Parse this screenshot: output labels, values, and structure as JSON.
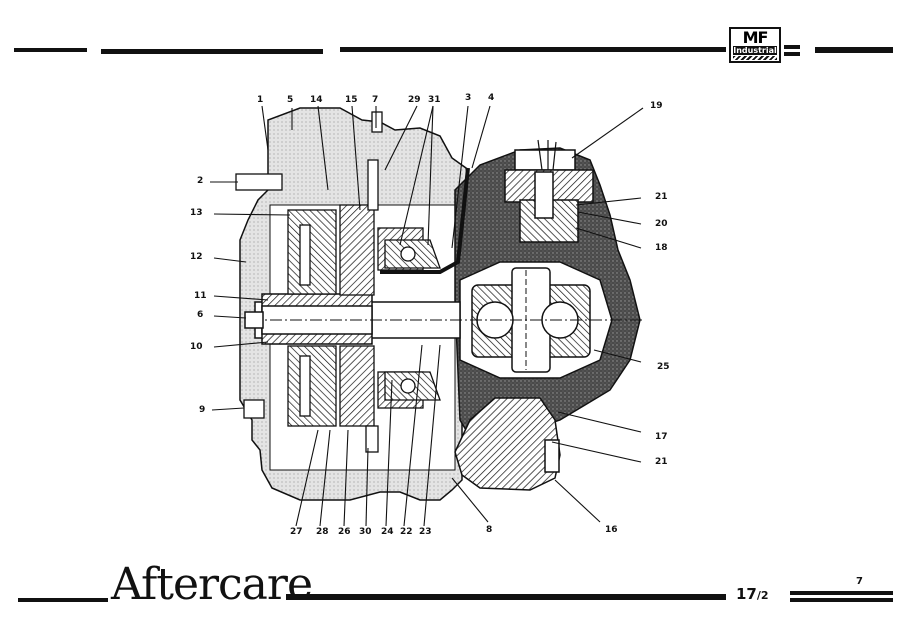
{
  "header": {
    "logo_main": "MF",
    "logo_sub": "Industrial"
  },
  "figure": {
    "callouts": [
      {
        "id": "c1",
        "text": "1"
      },
      {
        "id": "c5",
        "text": "5"
      },
      {
        "id": "c14",
        "text": "14"
      },
      {
        "id": "c15",
        "text": "15"
      },
      {
        "id": "c7",
        "text": "7"
      },
      {
        "id": "c29",
        "text": "29"
      },
      {
        "id": "c31",
        "text": "31"
      },
      {
        "id": "c3",
        "text": "3"
      },
      {
        "id": "c4",
        "text": "4"
      },
      {
        "id": "c19",
        "text": "19"
      },
      {
        "id": "c2",
        "text": "2"
      },
      {
        "id": "c13",
        "text": "13"
      },
      {
        "id": "c21a",
        "text": "21"
      },
      {
        "id": "c20",
        "text": "20"
      },
      {
        "id": "c18",
        "text": "18"
      },
      {
        "id": "c12",
        "text": "12"
      },
      {
        "id": "c11",
        "text": "11"
      },
      {
        "id": "c6",
        "text": "6"
      },
      {
        "id": "c10",
        "text": "10"
      },
      {
        "id": "c25",
        "text": "25"
      },
      {
        "id": "c9",
        "text": "9"
      },
      {
        "id": "c17",
        "text": "17"
      },
      {
        "id": "c21b",
        "text": "21"
      },
      {
        "id": "c27",
        "text": "27"
      },
      {
        "id": "c28",
        "text": "28"
      },
      {
        "id": "c26",
        "text": "26"
      },
      {
        "id": "c30",
        "text": "30"
      },
      {
        "id": "c24",
        "text": "24"
      },
      {
        "id": "c22",
        "text": "22"
      },
      {
        "id": "c23",
        "text": "23"
      },
      {
        "id": "c8",
        "text": "8"
      },
      {
        "id": "c16",
        "text": "16"
      }
    ]
  },
  "footer": {
    "title": "Aftercare",
    "page_major": "17",
    "page_minor": "/2",
    "sheet_number": "7"
  }
}
